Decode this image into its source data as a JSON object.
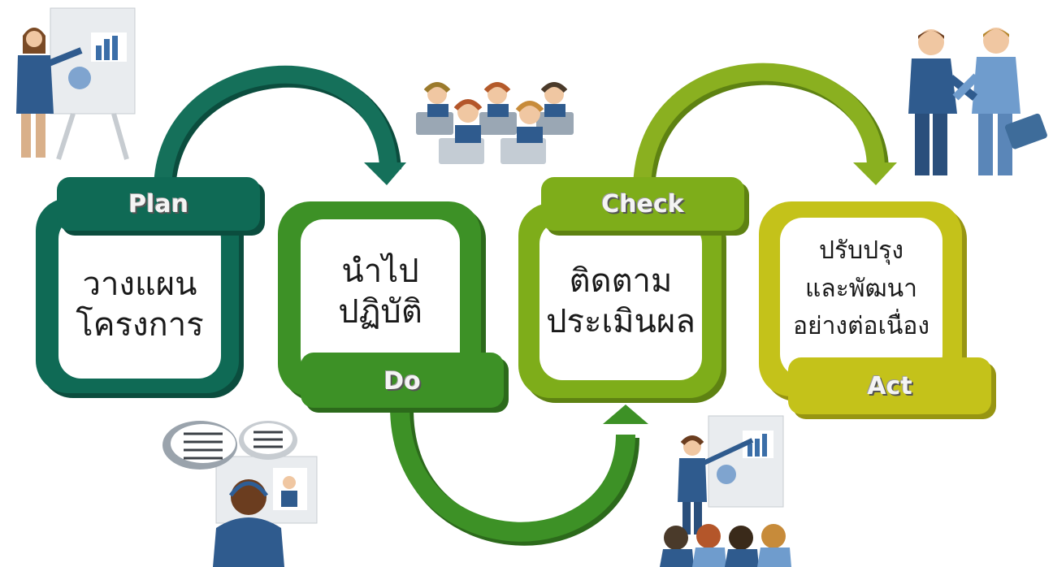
{
  "steps": [
    {
      "key": "plan",
      "label": "Plan",
      "text": [
        "วางแผน",
        "โครงการ"
      ],
      "color": "#0f6a55",
      "dark": "#0b4d3e"
    },
    {
      "key": "do",
      "label": "Do",
      "text": [
        "นำไป",
        "ปฏิบัติ"
      ],
      "color": "#3d9126",
      "dark": "#2c6a1b"
    },
    {
      "key": "check",
      "label": "Check",
      "text": [
        "ติดตาม",
        "ประเมินผล"
      ],
      "color": "#7ead1a",
      "dark": "#5e8212"
    },
    {
      "key": "act",
      "label": "Act",
      "text": [
        "ปรับปรุง",
        "และพัฒนา",
        "อย่างต่อเนื่อง"
      ],
      "color": "#c4c21a",
      "dark": "#979512"
    }
  ],
  "arrow_colors": {
    "plan_to_do": "#15705a",
    "do_to_check": "#3d9126",
    "check_to_act": "#8ab020"
  },
  "illustrations": [
    "presenter-woman",
    "call-center-team",
    "handshake-businessmen",
    "chat-support-agent",
    "presenter-audience"
  ]
}
